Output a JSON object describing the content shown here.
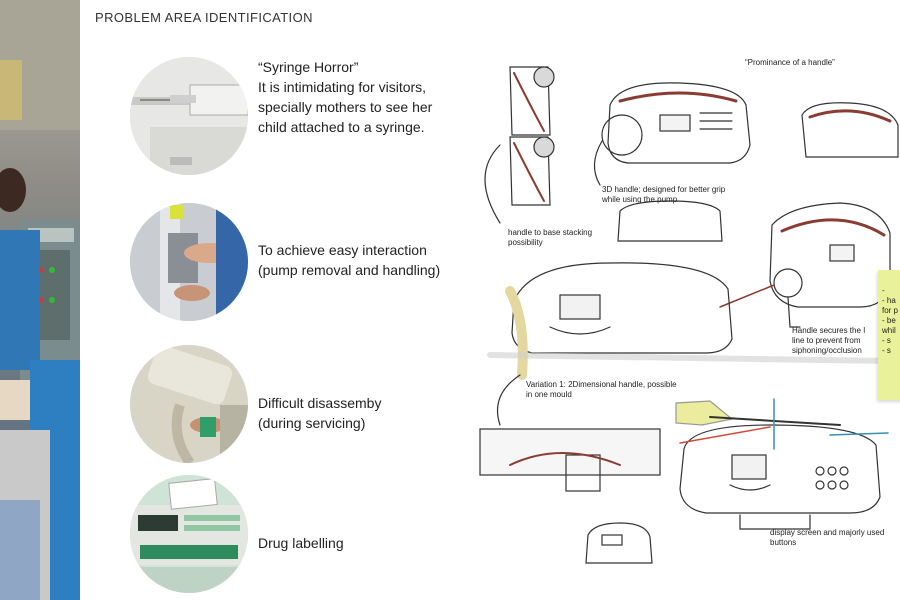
{
  "page": {
    "title": "PROBLEM AREA IDENTIFICATION"
  },
  "problems": [
    {
      "lines": [
        "“Syringe Horror”",
        "It is intimidating for visitors,",
        "specially mothers to see her",
        "child attached to a syringe."
      ]
    },
    {
      "lines": [
        "To achieve easy interaction",
        "(pump removal and handling)"
      ]
    },
    {
      "lines": [
        "Difficult disassemby",
        "(during servicing)"
      ]
    },
    {
      "lines": [
        "Drug labelling"
      ]
    }
  ],
  "sketch_notes": {
    "prominence": "“Prominance of a handle”",
    "handle_3d": [
      "3D handle; designed for better grip",
      "while using the pump"
    ],
    "stacking": [
      "handle to base stacking",
      "possibility"
    ],
    "secures": [
      "Handle secures the I",
      "line to prevent from",
      "siphoning/occlusion"
    ],
    "variation": [
      "Variation 1: 2Dimensional handle, possible",
      "in one mould"
    ],
    "display": [
      "display screen and majorly used",
      "buttons"
    ]
  },
  "sticky_note": {
    "lines": [
      "-",
      "- ha",
      "for p",
      "- be",
      "whil",
      "",
      "- s",
      "- s"
    ],
    "color": "#e9f29a"
  },
  "colors": {
    "sketch_line": "#333333",
    "sketch_accent": "#8a3b32",
    "arrow_blue": "#3a8fb5",
    "dimension_red": "#d24a3a"
  }
}
